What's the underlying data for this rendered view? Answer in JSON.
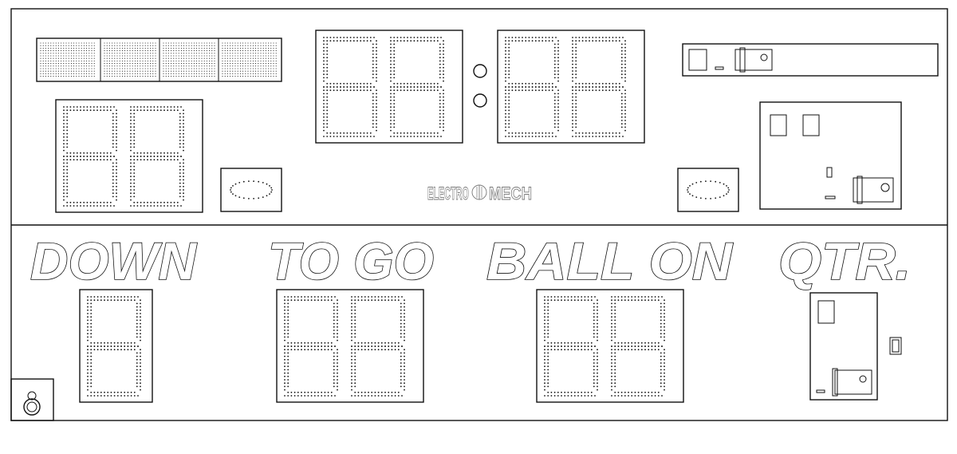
{
  "scoreboard": {
    "labels": {
      "down": "DOWN",
      "to_go": "TO GO",
      "ball_on": "BALL ON",
      "qtr": "QTR."
    },
    "brand": {
      "logo_text": "ELECTRO",
      "logo_text_2": "MECH"
    },
    "digit_counts": {
      "home_score": 2,
      "clock_minutes": 2,
      "clock_seconds": 2,
      "down": 1,
      "to_go": 2,
      "ball_on": 2
    },
    "icons": {
      "home_possession": "football-possession-icon",
      "guest_possession": "football-possession-icon",
      "clock_colon": "colon-icon",
      "service_lock": "padlock-icon"
    }
  }
}
